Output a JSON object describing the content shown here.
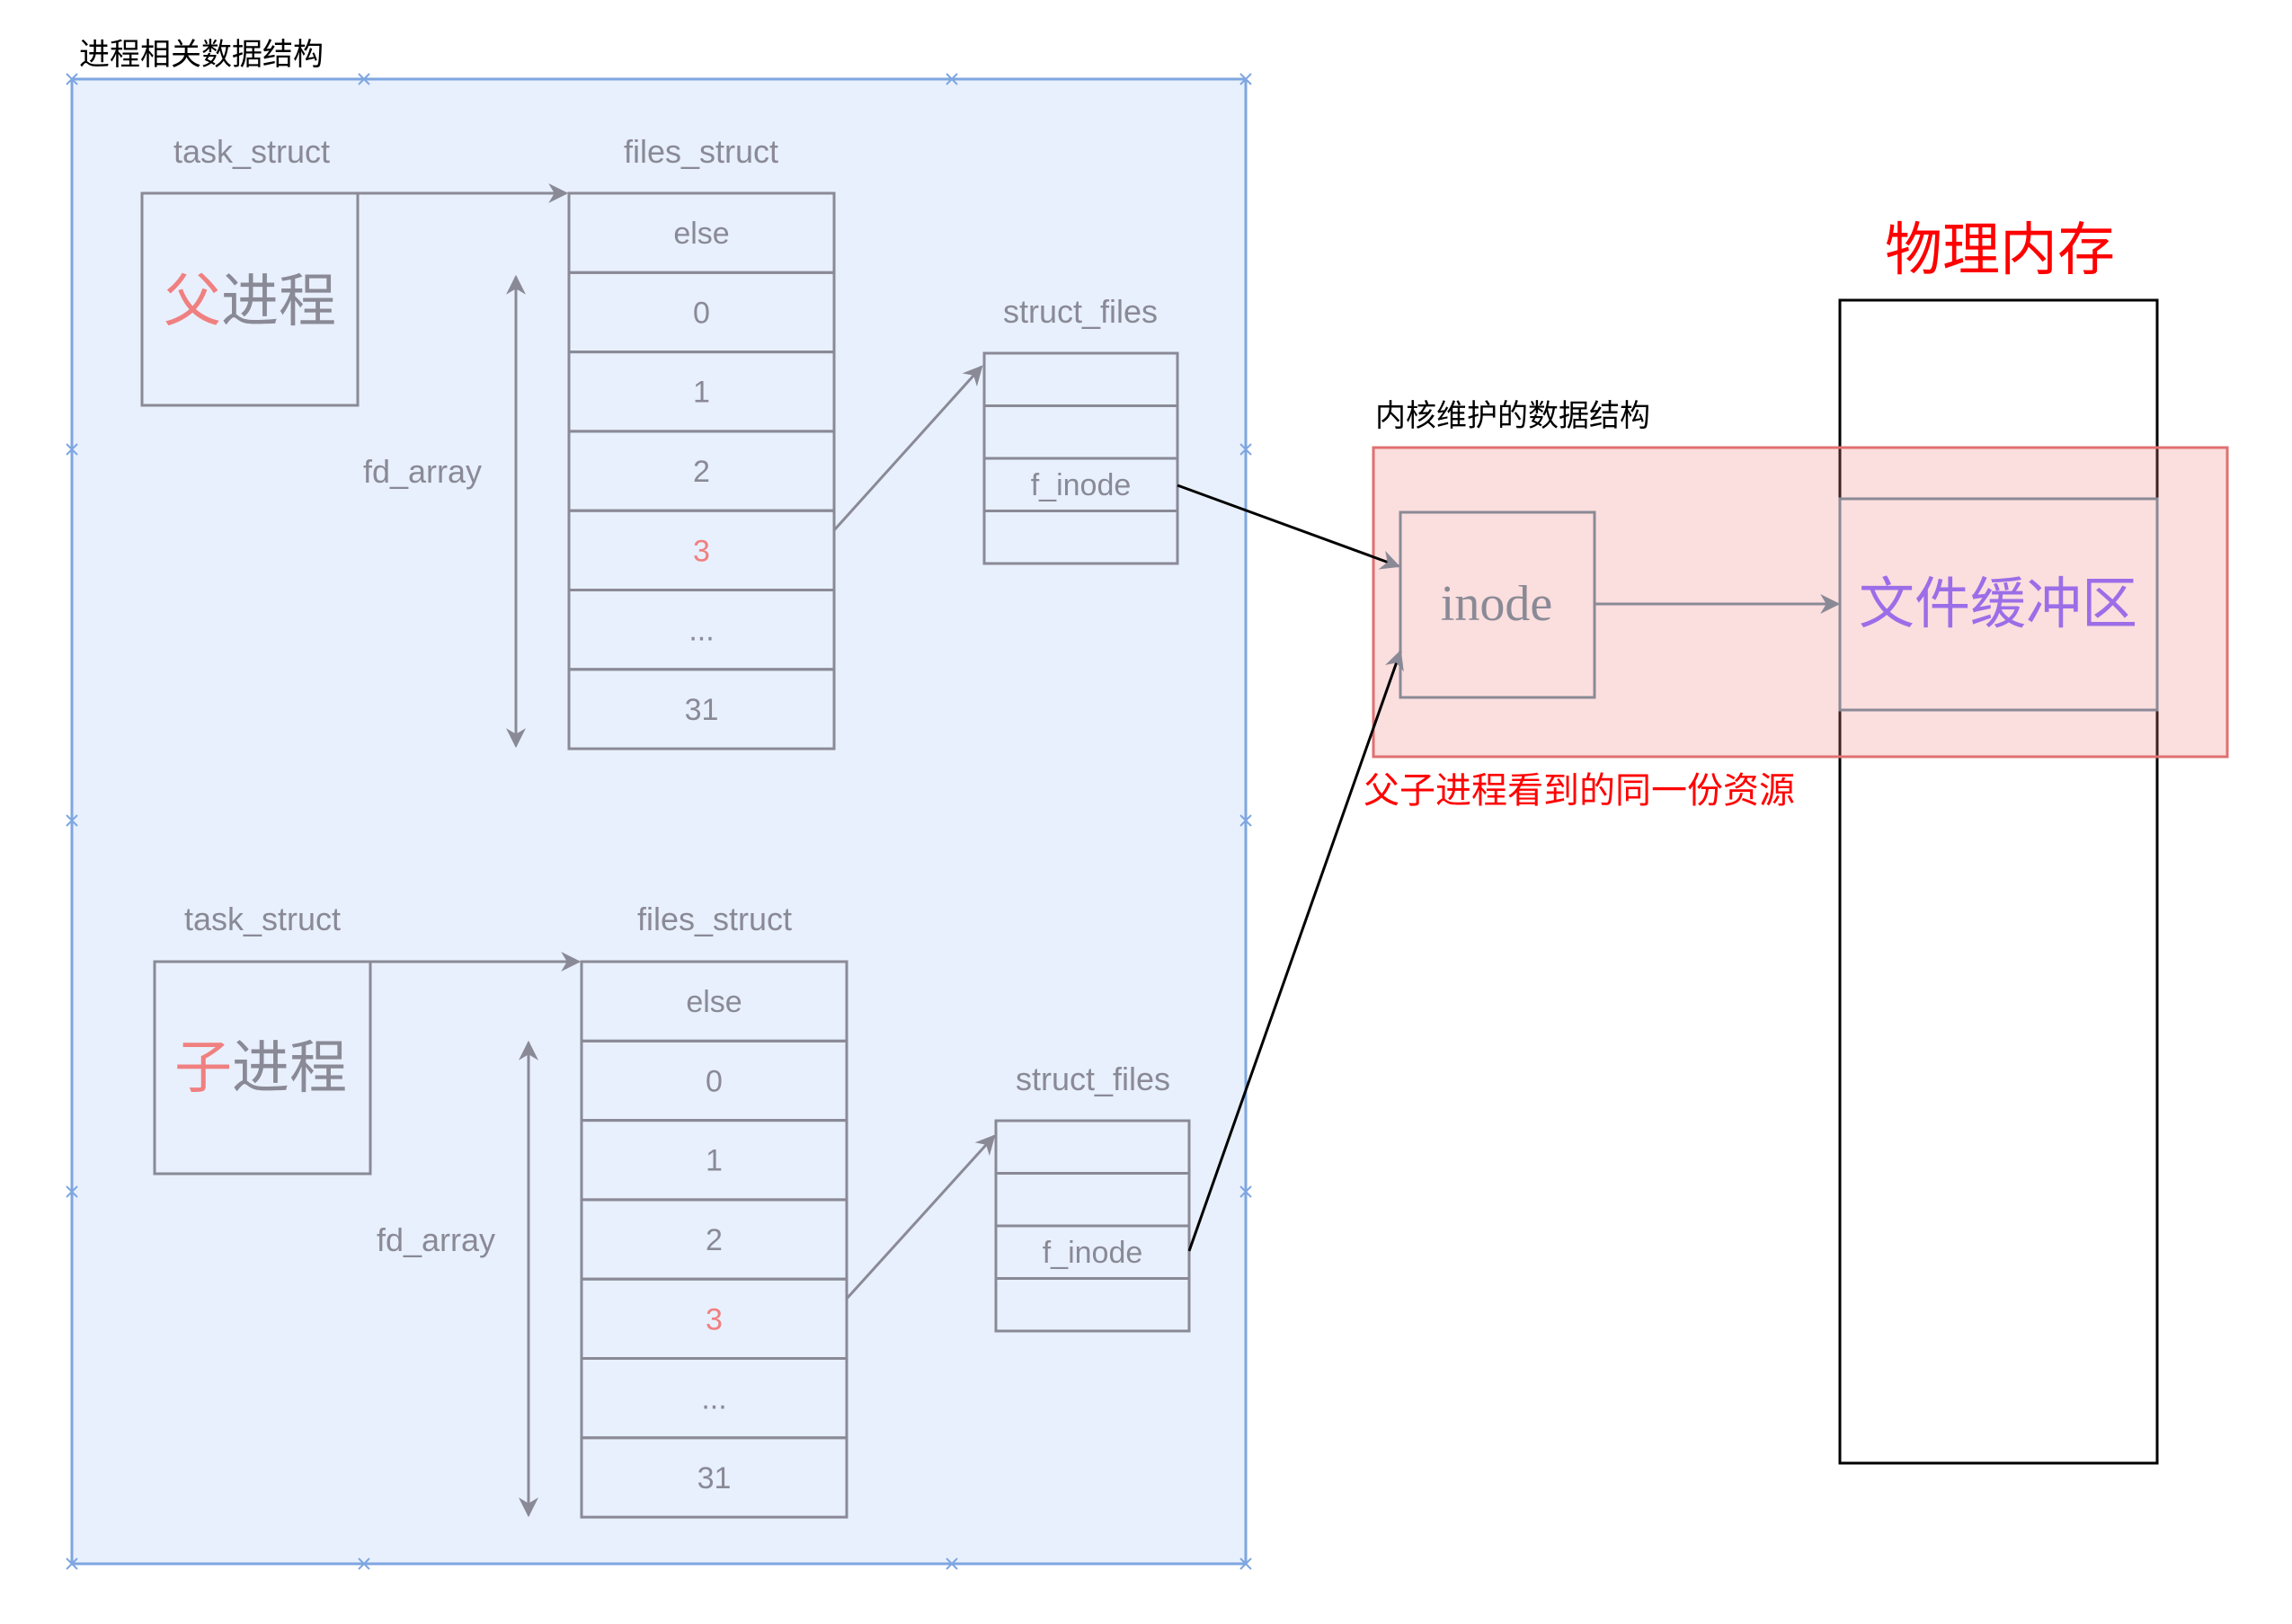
{
  "region_title": "进程相关数据结构",
  "parent": {
    "task_label": "task_struct",
    "proc_char": "父",
    "proc_rest": "进程",
    "files_label": "files_struct",
    "fd_array_label": "fd_array",
    "rows": [
      "else",
      "0",
      "1",
      "2",
      "3",
      "...",
      "31"
    ],
    "struct_files_label": "struct_files",
    "struct_files_rows": [
      "",
      "",
      "f_inode",
      ""
    ]
  },
  "child": {
    "task_label": "task_struct",
    "proc_char": "子",
    "proc_rest": "进程",
    "files_label": "files_struct",
    "fd_array_label": "fd_array",
    "rows": [
      "else",
      "0",
      "1",
      "2",
      "3",
      "...",
      "31"
    ],
    "struct_files_label": "struct_files",
    "struct_files_rows": [
      "",
      "",
      "f_inode",
      ""
    ]
  },
  "kernel": {
    "title": "内核维护的数据结构",
    "inode_label": "inode",
    "shared_note": "父子进程看到的同一份资源"
  },
  "memory": {
    "title": "物理内存",
    "buffer_label": "文件缓冲区"
  },
  "colors": {
    "region_fill": "#e8f0fd",
    "region_stroke": "#7ea6e0",
    "gray": "#8a8a96",
    "highlight_red": "#f08080",
    "kernel_fill": "#fadcdc",
    "kernel_stroke": "#e07070",
    "title_red": "#ff0000",
    "buffer_purple": "#9b6ee8"
  }
}
